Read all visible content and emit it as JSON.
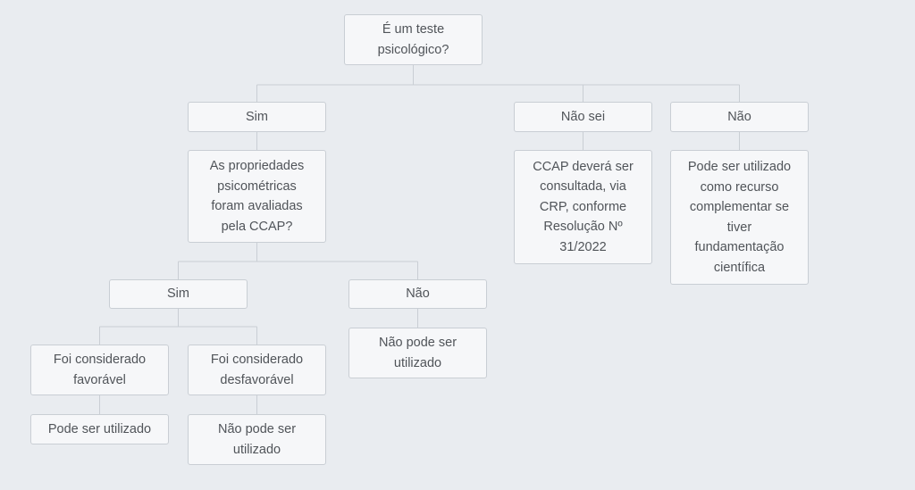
{
  "nodes": {
    "root": "É um teste\npsicológico?",
    "sim": "Sim",
    "nao_sei": "Não sei",
    "nao": "Não",
    "propriedades": "As propriedades\npsicométricas\nforam avaliadas\npela CCAP?",
    "ccap": "CCAP deverá ser\nconsultada, via\nCRP, conforme\nResolução Nº\n31/2022",
    "complementar": "Pode ser utilizado\ncomo recurso\ncomplementar se\ntiver\nfundamentação\ncientífica",
    "sim2": "Sim",
    "nao2": "Não",
    "nao_pode_1": "Não pode ser\nutilizado",
    "favoravel": "Foi considerado\nfavorável",
    "desfavoravel": "Foi considerado\ndesfavorável",
    "pode_ser": "Pode ser utilizado",
    "nao_pode_2": "Não pode ser\nutilizado"
  }
}
